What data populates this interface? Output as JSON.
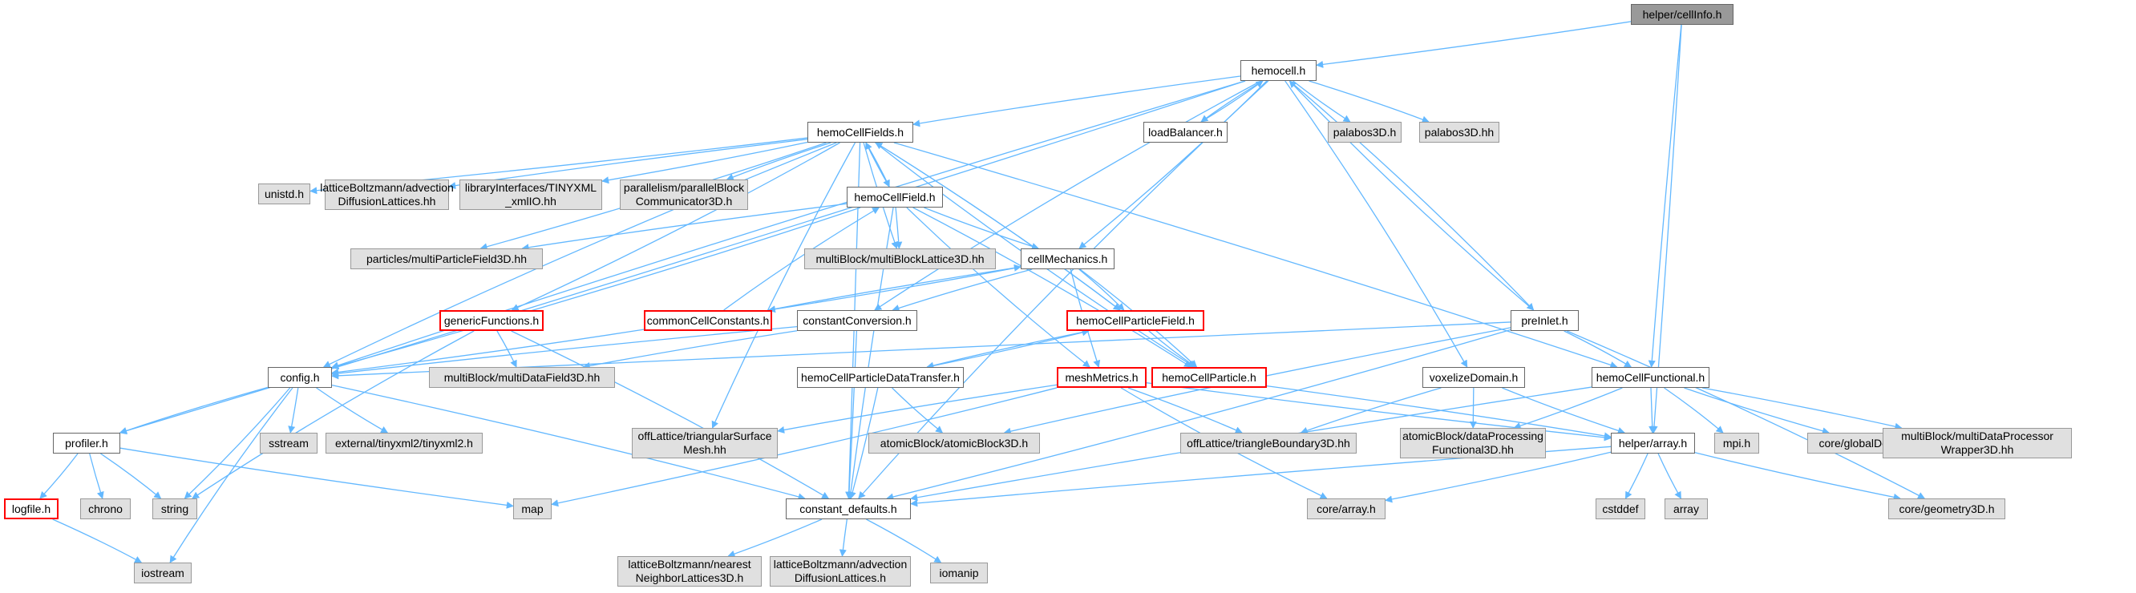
{
  "colors": {
    "edge": "#63b8ff",
    "node_border": "#666666",
    "external_fill": "#e0e0e0",
    "root_fill": "#999999",
    "red_border": "#ff0000"
  },
  "nodes": {
    "cellinfo": "helper/cellInfo.h",
    "hemocell": "hemocell.h",
    "loadbalancer": "loadBalancer.h",
    "palabos3d_h": "palabos3D.h",
    "palabos3d_hh": "palabos3D.hh",
    "hemocellfields": "hemoCellFields.h",
    "unistd": "unistd.h",
    "lbm_advection": "latticeBoltzmann/advection\nDiffusionLattices.hh",
    "tinyxml_io": "libraryInterfaces/TINYXML\n_xmlIO.hh",
    "parallel_comm": "parallelism/parallelBlock\nCommunicator3D.h",
    "hemocellfield": "hemoCellField.h",
    "multiparticle": "particles/multiParticleField3D.hh",
    "multiblocklattice": "multiBlock/multiBlockLattice3D.hh",
    "cellmechanics": "cellMechanics.h",
    "genericfunctions": "genericFunctions.h",
    "commoncellconstants": "commonCellConstants.h",
    "constantconversion": "constantConversion.h",
    "hemocellparticlefield": "hemoCellParticleField.h",
    "preinlet": "preInlet.h",
    "config": "config.h",
    "multidatafield": "multiBlock/multiDataField3D.hh",
    "particledatatransfer": "hemoCellParticleDataTransfer.h",
    "meshmetrics": "meshMetrics.h",
    "hemocellparticle": "hemoCellParticle.h",
    "voxelize": "voxelizeDomain.h",
    "hemocellfunctional": "hemoCellFunctional.h",
    "profiler": "profiler.h",
    "sstream": "sstream",
    "tinyxml2": "external/tinyxml2/tinyxml2.h",
    "trisurfacemesh": "offLattice/triangularSurface\nMesh.hh",
    "atomicblock": "atomicBlock/atomicBlock3D.h",
    "triboundary": "offLattice/triangleBoundary3D.hh",
    "dataprocfunc": "atomicBlock/dataProcessing\nFunctional3D.hh",
    "helperarray": "helper/array.h",
    "mpi": "mpi.h",
    "globaldefs": "core/globalDefs.h",
    "multidataproc": "multiBlock/multiDataProcessor\nWrapper3D.hh",
    "logfile": "logfile.h",
    "chrono": "chrono",
    "string": "string",
    "map": "map",
    "constantdefaults": "constant_defaults.h",
    "corearray": "core/array.h",
    "cstddef": "cstddef",
    "array": "array",
    "geometry3d": "core/geometry3D.h",
    "iostream": "iostream",
    "nearest": "latticeBoltzmann/nearest\nNeighborLattices3D.h",
    "lbm_advection_h": "latticeBoltzmann/advection\nDiffusionLattices.h",
    "iomanip": "iomanip"
  }
}
